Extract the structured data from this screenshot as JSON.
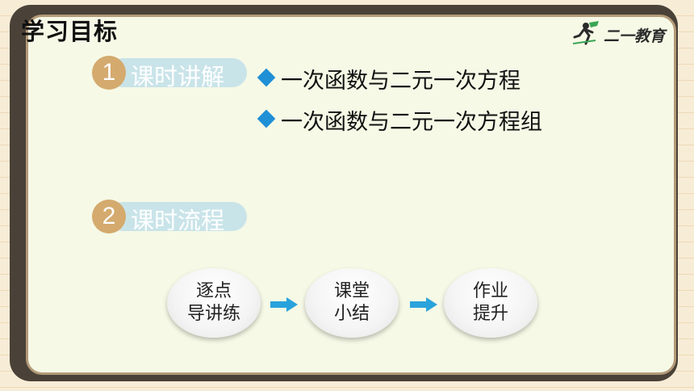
{
  "title": "学习目标",
  "logo": {
    "text": "二一教育",
    "icon": "runner-logo-icon"
  },
  "sections": [
    {
      "number": "1",
      "label": "课时讲解"
    },
    {
      "number": "2",
      "label": "课时流程"
    }
  ],
  "bullets": [
    {
      "icon": "diamond-bullet-icon",
      "text": "一次函数与二元一次方程"
    },
    {
      "icon": "diamond-bullet-icon",
      "text": "一次函数与二元一次方程组"
    }
  ],
  "steps": [
    {
      "line1": "逐点",
      "line2": "导讲练"
    },
    {
      "line1": "课堂",
      "line2": "小结"
    },
    {
      "line1": "作业",
      "line2": "提升"
    }
  ],
  "colors": {
    "accent_blue": "#1f8fd6",
    "pill_bg": "#c9e4e9",
    "number_badge": "#d4aa6e",
    "arrow": "#2aa3dc"
  }
}
